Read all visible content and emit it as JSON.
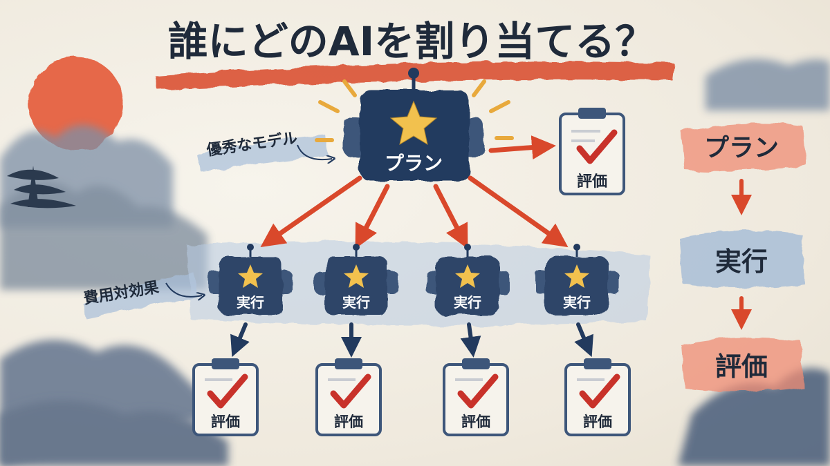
{
  "title": "誰にどのAIを割り当てる？",
  "annotations": {
    "top": "優秀なモデル",
    "mid": "費用対効果"
  },
  "planner": {
    "label": "プラン"
  },
  "planner_eval": {
    "label": "評価"
  },
  "workers": [
    {
      "label": "実行",
      "eval_label": "評価"
    },
    {
      "label": "実行",
      "eval_label": "評価"
    },
    {
      "label": "実行",
      "eval_label": "評価"
    },
    {
      "label": "実行",
      "eval_label": "評価"
    }
  ],
  "flow": {
    "step1": "プラン",
    "step2": "実行",
    "step3": "評価"
  },
  "colors": {
    "navy": "#223a5e",
    "red": "#d9482b",
    "star": "#f2c14e",
    "paper": "#f3efe6"
  }
}
